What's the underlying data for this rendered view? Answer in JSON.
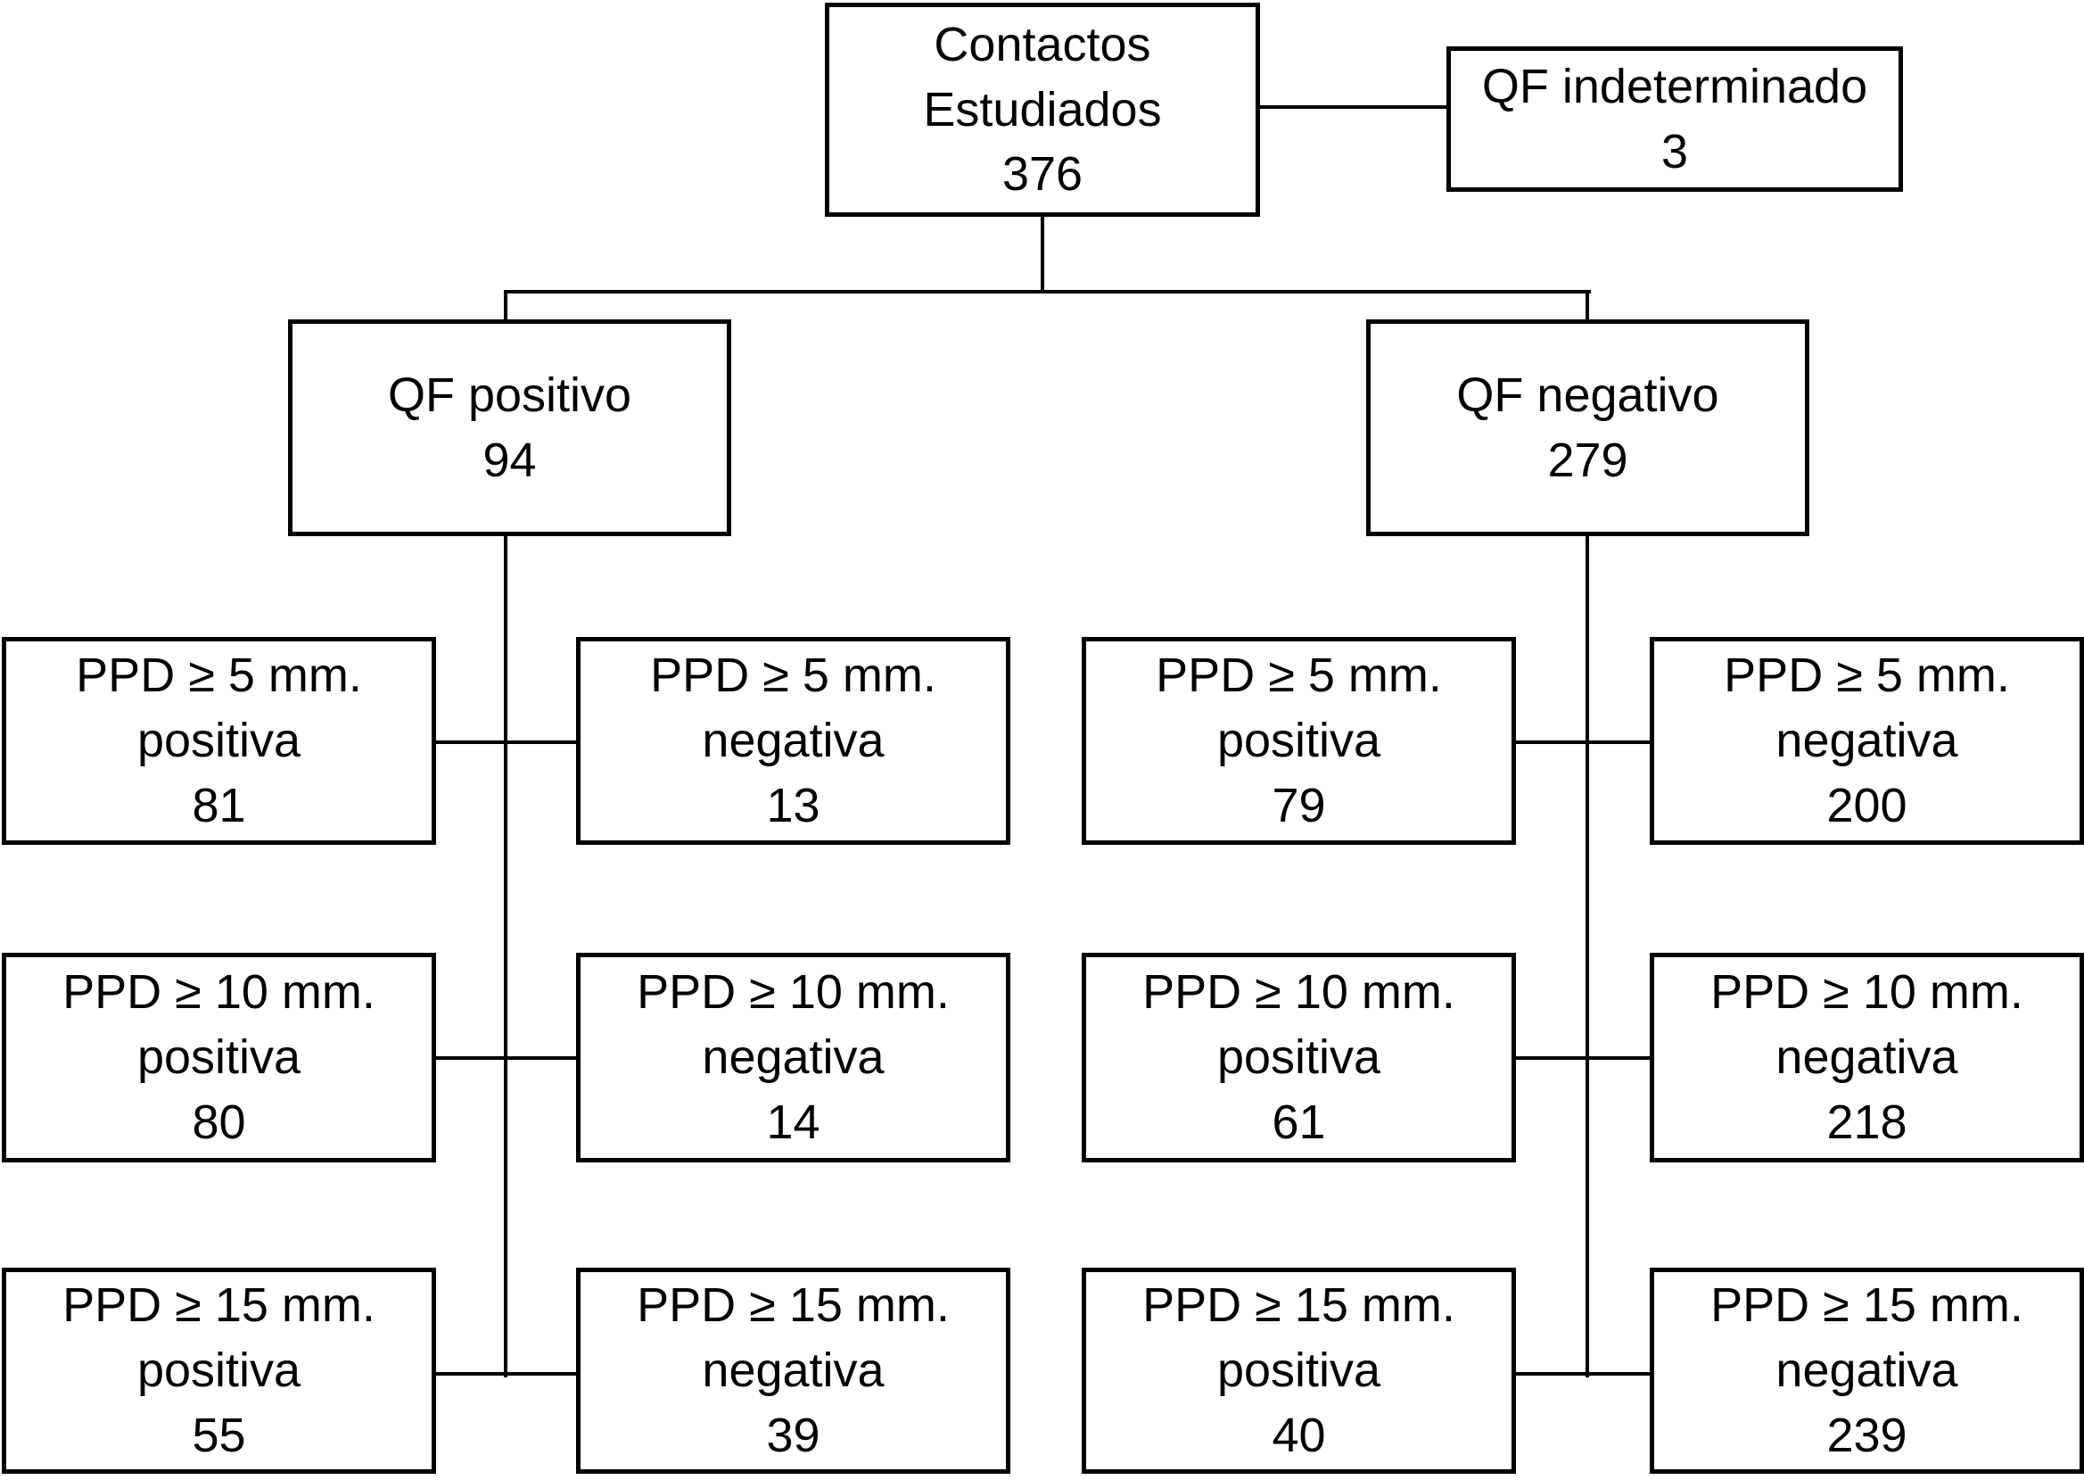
{
  "tree": {
    "root": {
      "label": "Contactos\nEstudiados",
      "count": "376"
    },
    "excluded": {
      "label": "QF indeterminado",
      "count": "3"
    },
    "branches": [
      {
        "label": "QF positivo",
        "count": "94",
        "children": [
          {
            "label": "PPD ≥ 5 mm.\npositiva",
            "count": "81"
          },
          {
            "label": "PPD ≥ 5 mm.\nnegativa",
            "count": "13"
          },
          {
            "label": "PPD ≥ 10 mm.\npositiva",
            "count": "80"
          },
          {
            "label": "PPD ≥ 10 mm.\nnegativa",
            "count": "14"
          },
          {
            "label": "PPD ≥ 15 mm.\npositiva",
            "count": "55"
          },
          {
            "label": "PPD ≥ 15 mm.\nnegativa",
            "count": "39"
          }
        ]
      },
      {
        "label": "QF negativo",
        "count": "279",
        "children": [
          {
            "label": "PPD ≥ 5 mm.\npositiva",
            "count": "79"
          },
          {
            "label": "PPD ≥ 5 mm.\nnegativa",
            "count": "200"
          },
          {
            "label": "PPD ≥ 10 mm.\npositiva",
            "count": "61"
          },
          {
            "label": "PPD ≥ 10 mm.\nnegativa",
            "count": "218"
          },
          {
            "label": "PPD ≥ 15 mm.\npositiva",
            "count": "40"
          },
          {
            "label": "PPD ≥ 15 mm.\nnegativa",
            "count": "239"
          }
        ]
      }
    ]
  },
  "colors": {
    "line": "#000000",
    "box_background": "#ffffff",
    "text": "#000000"
  }
}
